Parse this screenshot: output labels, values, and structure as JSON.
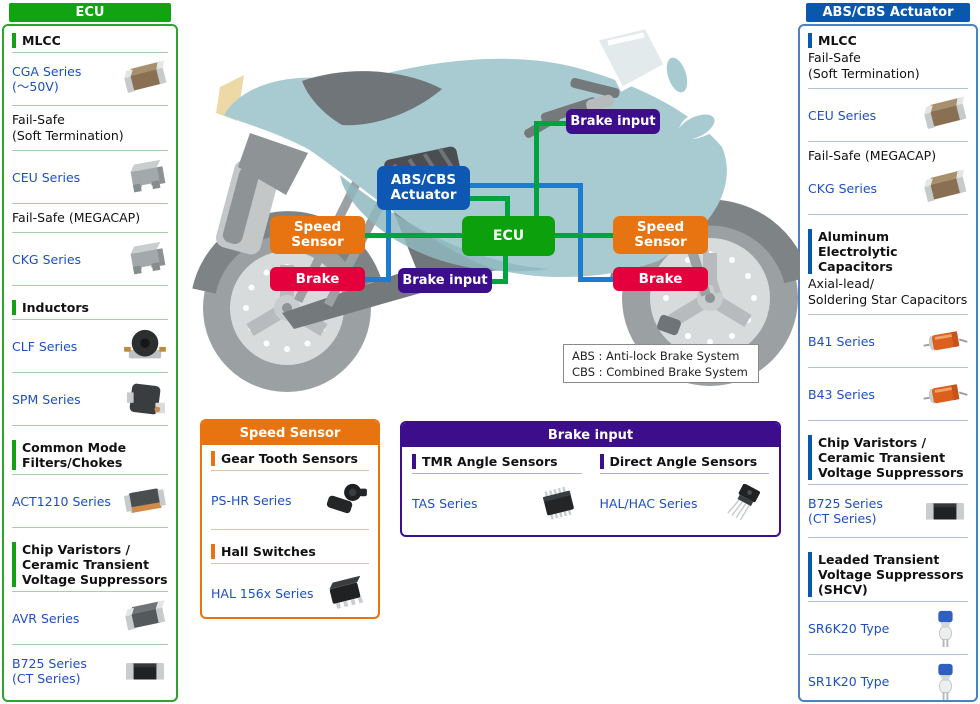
{
  "colors": {
    "green": "#12A312",
    "blue": "#0A58AE",
    "orange": "#E87411",
    "purple": "#3D0E8C",
    "red": "#E4003C",
    "ecu_box_green": "#0CA00C",
    "actuator_box_blue": "#0E57B2",
    "line_green": "#00A33E",
    "line_blue": "#1B7CD1",
    "link_blue": "#1D4FC4"
  },
  "ecu_panel": {
    "title": "ECU",
    "items": [
      {
        "kind": "heading",
        "label": "MLCC"
      },
      {
        "kind": "series",
        "label": "CGA Series\n(〜50V)",
        "icon": "mlcc-tan-chip-icon"
      },
      {
        "kind": "label",
        "label": "Fail-Safe\n(Soft Termination)"
      },
      {
        "kind": "series",
        "label": "CEU Series",
        "icon": "mlcc-gray-chip-icon"
      },
      {
        "kind": "label",
        "label": "Fail-Safe (MEGACAP)"
      },
      {
        "kind": "series",
        "label": "CKG Series",
        "icon": "mlcc-gray-chip-icon"
      },
      {
        "kind": "heading",
        "label": "Inductors"
      },
      {
        "kind": "series",
        "label": "CLF Series",
        "icon": "round-inductor-icon"
      },
      {
        "kind": "series",
        "label": "SPM Series",
        "icon": "square-inductor-icon"
      },
      {
        "kind": "heading",
        "label": "Common Mode\nFilters/Chokes"
      },
      {
        "kind": "series",
        "label": "ACT1210 Series",
        "icon": "common-mode-filter-icon"
      },
      {
        "kind": "heading",
        "label": "Chip Varistors /\nCeramic Transient\nVoltage Suppressors"
      },
      {
        "kind": "series",
        "label": "AVR Series",
        "icon": "chip-varistor-icon"
      },
      {
        "kind": "series",
        "label": "B725 Series\n(CT Series)",
        "icon": "ct-chip-icon"
      }
    ]
  },
  "abs_panel": {
    "title": "ABS/CBS Actuator",
    "items": [
      {
        "kind": "heading",
        "label": "MLCC"
      },
      {
        "kind": "label",
        "label": "Fail-Safe\n(Soft Termination)"
      },
      {
        "kind": "series",
        "label": "CEU Series",
        "icon": "mlcc-tan-chip-icon"
      },
      {
        "kind": "label",
        "label": "Fail-Safe (MEGACAP)"
      },
      {
        "kind": "series",
        "label": "CKG Series",
        "icon": "mlcc-tan-chip-icon"
      },
      {
        "kind": "heading",
        "label": "Aluminum Electrolytic\nCapacitors"
      },
      {
        "kind": "label",
        "label": "Axial-lead/\nSoldering Star Capacitors"
      },
      {
        "kind": "series",
        "label": "B41 Series",
        "icon": "axial-electrolytic-icon"
      },
      {
        "kind": "series",
        "label": "B43 Series",
        "icon": "axial-electrolytic-icon"
      },
      {
        "kind": "heading",
        "label": "Chip Varistors /\nCeramic Transient\nVoltage Suppressors"
      },
      {
        "kind": "series",
        "label": "B725 Series\n(CT Series)",
        "icon": "ct-chip-icon"
      },
      {
        "kind": "heading",
        "label": "Leaded Transient\nVoltage Suppressors\n(SHCV)"
      },
      {
        "kind": "series",
        "label": "SR6K20 Type",
        "icon": "leaded-suppressor-icon"
      },
      {
        "kind": "series",
        "label": "SR1K20 Type",
        "icon": "leaded-suppressor-icon"
      }
    ]
  },
  "speed_sensor_panel": {
    "title": "Speed Sensor",
    "sections": [
      {
        "heading": "Gear Tooth Sensors",
        "series": "PS-HR Series",
        "icon": "gear-tooth-sensor-icon"
      },
      {
        "heading": "Hall Switches",
        "series": "HAL 156x Series",
        "icon": "hall-switch-icon"
      }
    ]
  },
  "brake_input_panel": {
    "title": "Brake input",
    "columns": [
      {
        "heading": "TMR Angle Sensors",
        "series": "TAS Series",
        "icon": "tssop-ic-icon"
      },
      {
        "heading": "Direct Angle Sensors",
        "series": "HAL/HAC Series",
        "icon": "leaded-ic-icon"
      }
    ]
  },
  "diagram": {
    "boxes": {
      "brake_input_top": "Brake input",
      "abs_cbs_actuator": "ABS/CBS\nActuator",
      "ecu": "ECU",
      "speed_sensor_left": "Speed Sensor",
      "brake_left": "Brake",
      "speed_sensor_right": "Speed Sensor",
      "brake_right": "Brake",
      "brake_input_bottom": "Brake input"
    },
    "note": "ABS : Anti-lock Brake System\nCBS : Combined Brake System"
  }
}
